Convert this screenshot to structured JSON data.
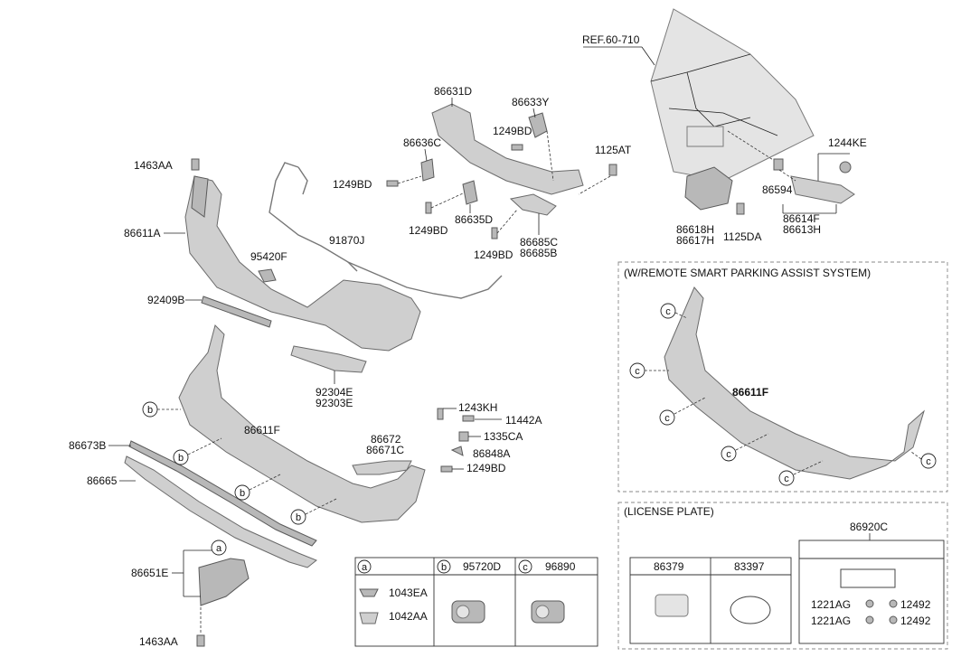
{
  "reference": "REF.60-710",
  "parts": {
    "p86631D": "86631D",
    "p86633Y": "86633Y",
    "p1249BD_a": "1249BD",
    "p86636C": "86636C",
    "p1125AT": "1125AT",
    "p1463AA_top": "1463AA",
    "p1249BD_b": "1249BD",
    "p86611A": "86611A",
    "p91870J": "91870J",
    "p86635D": "86635D",
    "p1249BD_c": "1249BD",
    "p86685C": "86685C",
    "p86685B": "86685B",
    "p1249BD_d": "1249BD",
    "p95420F": "95420F",
    "p92409B": "92409B",
    "p92304E": "92304E",
    "p92303E": "92303E",
    "p1243KH": "1243KH",
    "p11442A": "11442A",
    "p1335CA": "1335CA",
    "p86611F": "86611F",
    "p86672": "86672",
    "p86671C": "86671C",
    "p86848A": "86848A",
    "p1249BD_e": "1249BD",
    "p86673B": "86673B",
    "p86665": "86665",
    "p86651E": "86651E",
    "p1463AA_bot": "1463AA",
    "p1244KE": "1244KE",
    "p86594": "86594",
    "p86614F": "86614F",
    "p86613H": "86613H",
    "p86618H": "86618H",
    "p86617H": "86617H",
    "p1125DA": "1125DA"
  },
  "smart_parking": {
    "title": "(W/REMOTE SMART PARKING ASSIST SYSTEM)",
    "part": "86611F",
    "callout": "c"
  },
  "callouts": {
    "a": "a",
    "b": "b",
    "c": "c"
  },
  "legend": {
    "a": {
      "letter": "a",
      "items": [
        "1043EA",
        "1042AA"
      ]
    },
    "b": {
      "letter": "b",
      "part": "95720D"
    },
    "c": {
      "letter": "c",
      "part": "96890"
    }
  },
  "license_plate": {
    "title": "(LICENSE PLATE)",
    "p86379": "86379",
    "p83397": "83397",
    "p86920C": "86920C",
    "row1_left": "1221AG",
    "row1_right": "12492",
    "row2_left": "1221AG",
    "row2_right": "12492"
  }
}
